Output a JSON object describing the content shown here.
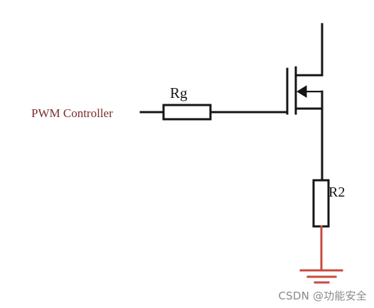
{
  "labels": {
    "input_signal": "PWM Controller",
    "gate_resistor": "Rg",
    "source_resistor": "R2"
  },
  "colors": {
    "input_signal_text": "#7b2c2c",
    "ground": "#c94a3e",
    "wire": "#151515"
  },
  "icons": {
    "transistor": "n-channel-mosfet-icon",
    "ground": "ground-icon"
  },
  "watermark": "CSDN @功能安全"
}
